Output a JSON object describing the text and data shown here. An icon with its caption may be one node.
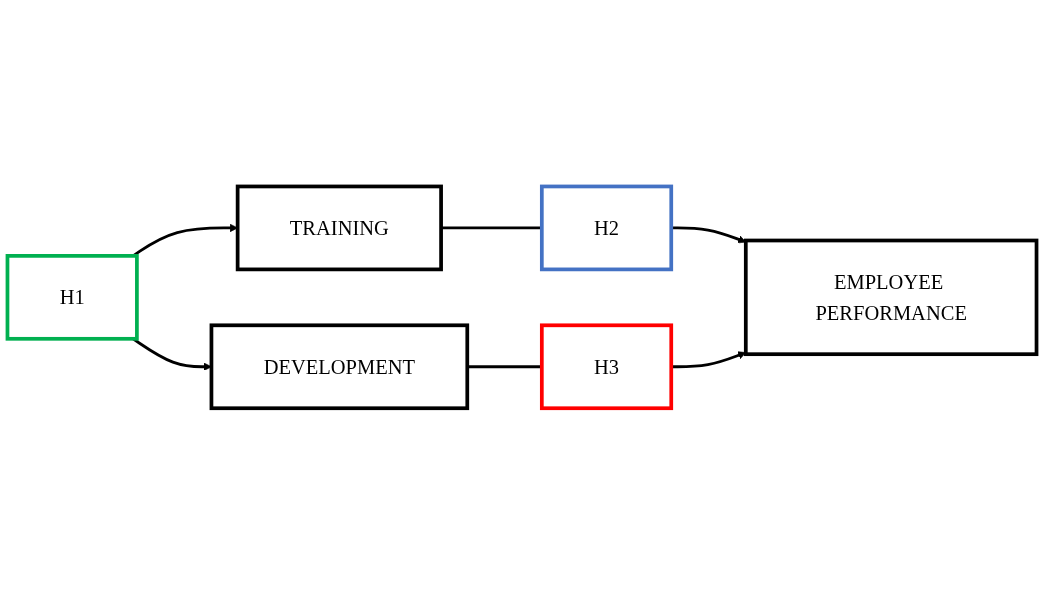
{
  "diagram": {
    "nodes": [
      {
        "text": [
          "TRAINING"
        ]
      },
      {
        "text": [
          "H2"
        ]
      },
      {
        "text": [
          "EMPLOYEE PERFORMANCE"
        ]
      },
      {
        "text": [
          "H1"
        ]
      },
      {
        "text": [
          "H3"
        ]
      },
      {
        "text": [
          "DEVELOPMENT"
        ]
      }
    ],
    "edges": [
      {
        "from": 3,
        "to": 0,
        "arrow": "to"
      },
      {
        "from": 3,
        "to": 5,
        "arrow": "to"
      },
      {
        "from": 0,
        "to": 1,
        "arrow": "none"
      },
      {
        "from": 1,
        "to": 2,
        "arrow": "to"
      },
      {
        "from": 5,
        "to": 4,
        "arrow": "none"
      },
      {
        "from": 4,
        "to": 2,
        "arrow": "to"
      }
    ]
  }
}
